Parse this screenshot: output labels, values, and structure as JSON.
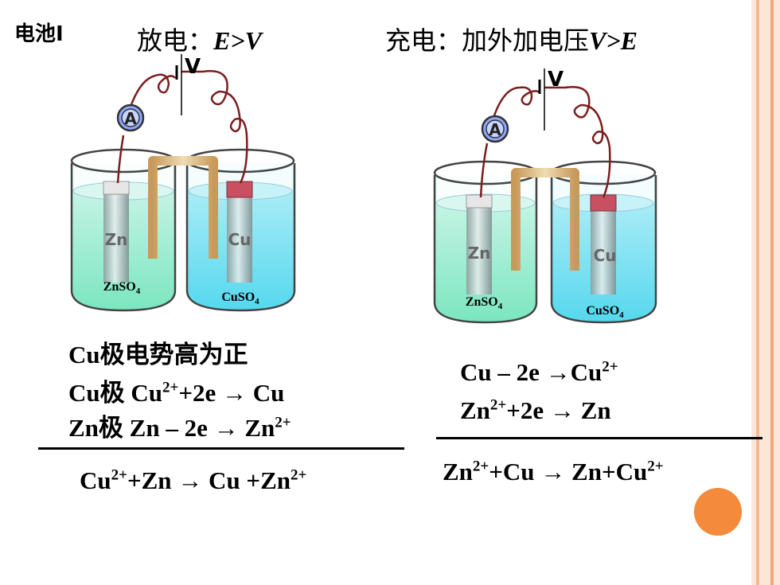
{
  "corner_title": "电池Ⅰ",
  "discharge": {
    "heading_prefix": "放电：",
    "heading_formula": "E>V",
    "voltage_label": "V",
    "ammeter_label": "A",
    "left_electrode": "Zn",
    "right_electrode": "Cu",
    "left_solution": "ZnSO",
    "left_solution_sub": "4",
    "right_solution": "CuSO",
    "right_solution_sub": "4",
    "note": "Cu极电势高为正",
    "line2_prefix": "Cu极",
    "line3_prefix": "Zn极",
    "total_prefix": "Cu"
  },
  "charge": {
    "heading_prefix": "充电：加外加电压",
    "heading_formula": "V>E",
    "voltage_label": "V",
    "ammeter_label": "A",
    "left_electrode": "Zn",
    "right_electrode": "Cu",
    "left_solution": "ZnSO",
    "left_solution_sub": "4",
    "right_solution": "CuSO",
    "right_solution_sub": "4"
  },
  "colors": {
    "accent_circle": "#f48a3c",
    "frame": "#f2a77c",
    "zn_solution": "#8fe8c8",
    "cu_solution": "#6fe0f0"
  }
}
